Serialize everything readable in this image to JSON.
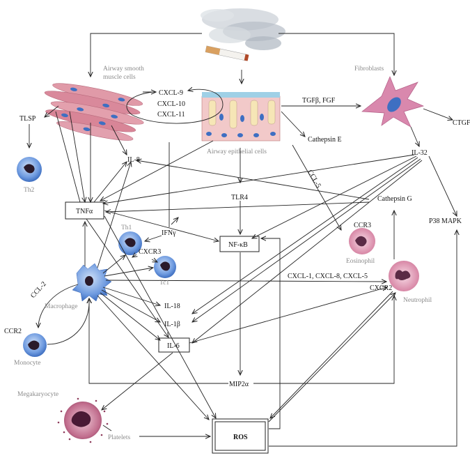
{
  "cells": {
    "airway_smooth_muscle": "Airway smooth\nmuscle cells",
    "fibroblasts": "Fibroblasts",
    "airway_epithelial": "Airway epithelial cells",
    "th2": "Th2",
    "th1": "Th1",
    "tc1": "Tc1",
    "macrophage": "Macrophage",
    "monocyte": "Monocyte",
    "eosinophil": "Eosinophil",
    "neutrophil": "Neutrophil",
    "megakaryocyte": "Megakaryocyte",
    "platelets": "Platelets"
  },
  "mediators": {
    "cxcl9": "CXCL-9",
    "cxcl10": "CXCL-10",
    "cxcl11": "CXCL-11",
    "tgf_fgf": "TGFβ, FGF",
    "ctgf": "CTGF",
    "tlsp": "TLSP",
    "cathepsin_e": "Cathepsin E",
    "il8": "IL-8",
    "il32": "IL-32",
    "ccl5": "CCL-5",
    "tnfa": "TNFα",
    "tlr4": "TLR4",
    "cathepsin_g": "Cathepsin G",
    "p38": "P38 MAPK",
    "nfkb": "NF-κB",
    "ifng": "IFNγ",
    "cxcr3": "CXCR3",
    "ccr3": "CCR3",
    "cxcl_chemokines": "CXCL-1, CXCL-8, CXCL-5",
    "cxcr2": "CXCR2",
    "ccl2": "CCL-2",
    "ccr2": "CCR2",
    "il18": "IL-18",
    "il1b": "IL-1β",
    "il6": "IL-6",
    "mip2a": "MIP2α",
    "ros": "ROS"
  },
  "colors": {
    "cell_label": "#8a8a8a",
    "smooth_muscle": "#d98a9a",
    "fibroblast": "#d27aa0",
    "nucleus_blue": "#3e6fc2",
    "lymphocyte": "#5b8fd6",
    "eosinophil": "#d89aae",
    "megakaryocyte": "#a34a6e"
  }
}
